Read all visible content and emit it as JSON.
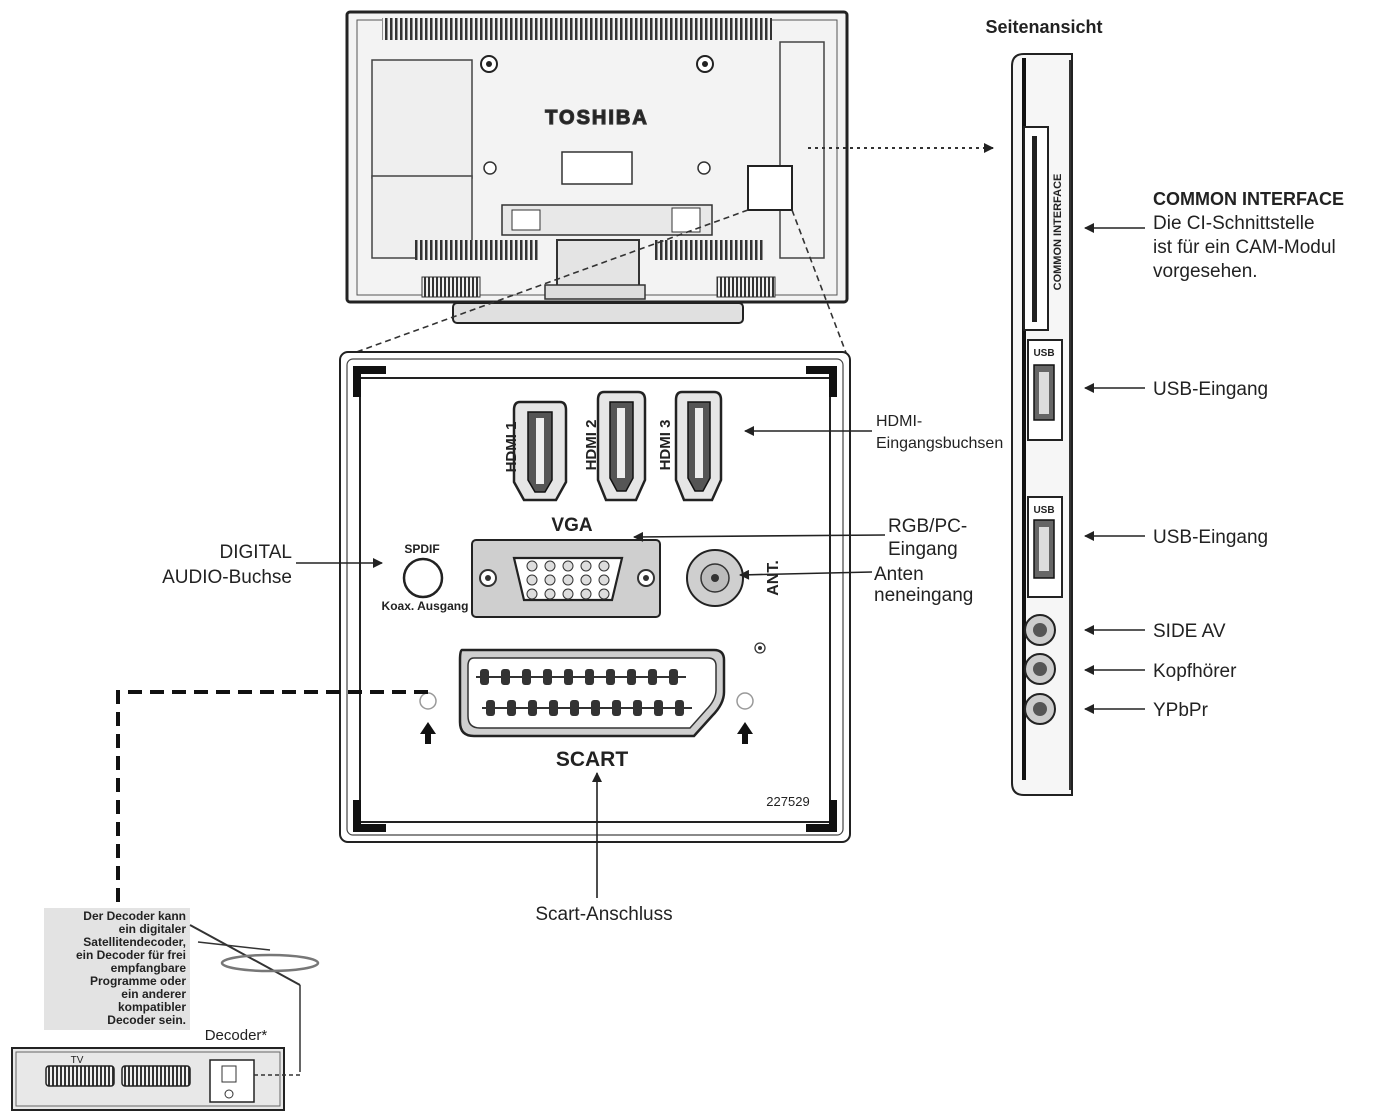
{
  "tv_back": {
    "brand": "TOSHIBA"
  },
  "side_view": {
    "title": "Seitenansicht",
    "slot_label": "COMMON INTERFACE",
    "usb_port_label": "USB",
    "labels": {
      "ci_title": "COMMON INTERFACE",
      "ci_desc": [
        "Die CI-Schnittstelle",
        "ist für ein CAM-Modul",
        "vorgesehen."
      ],
      "usb1": "USB-Eingang",
      "usb2": "USB-Eingang",
      "side_av": "SIDE AV",
      "headphones": "Kopfhörer",
      "ypbpr": "YPbPr"
    }
  },
  "panel": {
    "hdmi": [
      "HDMI 1",
      "HDMI 2",
      "HDMI 3"
    ],
    "vga": "VGA",
    "spdif": "SPDIF",
    "spdif_sub": "Koax. Ausgang",
    "ant": "ANT.",
    "scart": "SCART",
    "code": "227529"
  },
  "callouts": {
    "hdmi": [
      "HDMI-",
      "Eingangsbuchsen"
    ],
    "rgb": [
      "RGB/PC-",
      "Eingang"
    ],
    "antenna": [
      "Anten",
      "neneingang"
    ],
    "digital_audio": [
      "DIGITAL",
      "AUDIO-Buchse"
    ],
    "scart": "Scart-Anschluss"
  },
  "decoder": {
    "note": [
      "Der Decoder kann",
      "ein digitaler",
      "Satellitendecoder,",
      "ein Decoder für frei",
      "empfangbare",
      "Programme oder",
      "ein anderer",
      "kompatibler",
      "Decoder sein."
    ],
    "label": "Decoder*",
    "tv_label": "TV"
  }
}
